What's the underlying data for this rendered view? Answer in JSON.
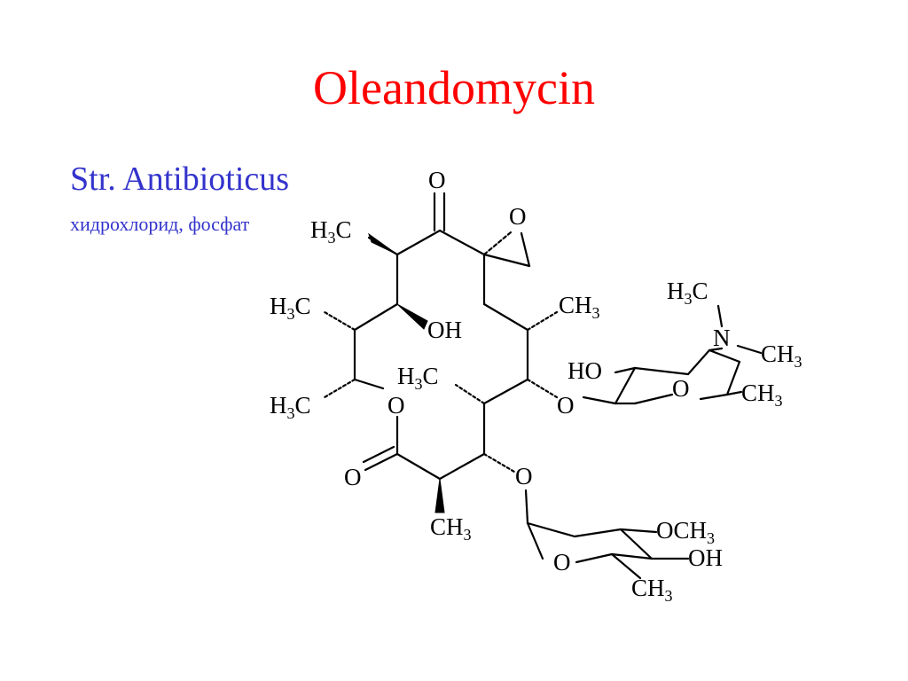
{
  "slide": {
    "title": "Oleandomycin",
    "source": "Str. Antibioticus",
    "forms": "хидрохлорид, фосфат"
  },
  "structure": {
    "labels": {
      "o_carbonyl_top": "O",
      "o_epoxide": "O",
      "h3c_top": "H3C",
      "h3c_left1": "H3C",
      "oh_ring": "OH",
      "h3c_left2": "H3C",
      "o_lactone": "O",
      "h3c_inner": "H3C",
      "ch3_right": "CH3",
      "o_glyco_right": "O",
      "o_carbonyl_left": "O",
      "ch3_bottom": "CH3",
      "o_glyco_bottom": "O",
      "h3c_nme": "H3C",
      "n_atom": "N",
      "ch3_nme": "CH3",
      "ho_sugar": "HO",
      "o_ring_sugar1": "O",
      "ch3_sugar1": "CH3",
      "och3_sugar2": "OCH3",
      "oh_sugar2": "OH",
      "o_ring_sugar2": "O",
      "ch3_sugar2": "CH3"
    }
  }
}
